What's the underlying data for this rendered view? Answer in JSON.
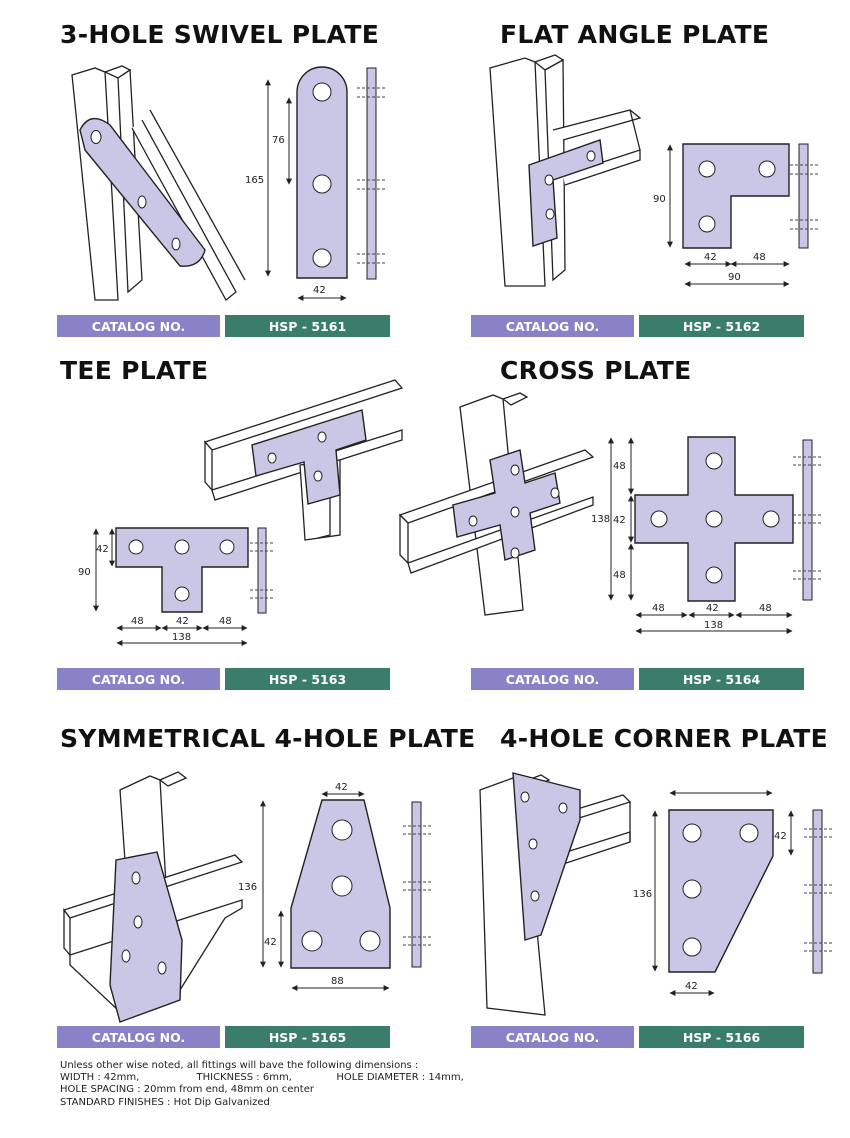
{
  "colors": {
    "plate": "#c9c6e6",
    "catalog_label_bg": "#8a82c6",
    "catalog_code_bg": "#3b7d6b",
    "outline": "#222222"
  },
  "catalog_label": "CATALOG NO.",
  "products": [
    {
      "title": "3-HOLE SWIVEL PLATE",
      "code": "HSP - 5161",
      "dims": [
        "165",
        "76",
        "42"
      ]
    },
    {
      "title": "FLAT ANGLE PLATE",
      "code": "HSP - 5162",
      "dims": [
        "90",
        "42",
        "48",
        "90"
      ]
    },
    {
      "title": "TEE PLATE",
      "code": "HSP - 5163",
      "dims": [
        "42",
        "90",
        "48",
        "42",
        "48",
        "138"
      ]
    },
    {
      "title": "CROSS PLATE",
      "code": "HSP - 5164",
      "dims": [
        "48",
        "138",
        "42",
        "48",
        "48",
        "42",
        "48",
        "138"
      ]
    },
    {
      "title": "SYMMETRICAL 4-HOLE PLATE",
      "code": "HSP - 5165",
      "dims": [
        "42",
        "136",
        "42",
        "88"
      ]
    },
    {
      "title": "4-HOLE CORNER PLATE",
      "code": "HSP - 5166",
      "dims": [
        "42",
        "136",
        "42"
      ]
    }
  ],
  "footnote": {
    "line1": "Unless other wise noted, all fittings will bave the following dimensions :",
    "width": "WIDTH : 42mm,",
    "thickness": "THICKNESS : 6mm,",
    "hole": "HOLE DIAMETER : 14mm,",
    "line3": "HOLE SPACING : 20mm from end, 48mm on center",
    "line4": "STANDARD FINISHES : Hot Dip Galvanized"
  }
}
